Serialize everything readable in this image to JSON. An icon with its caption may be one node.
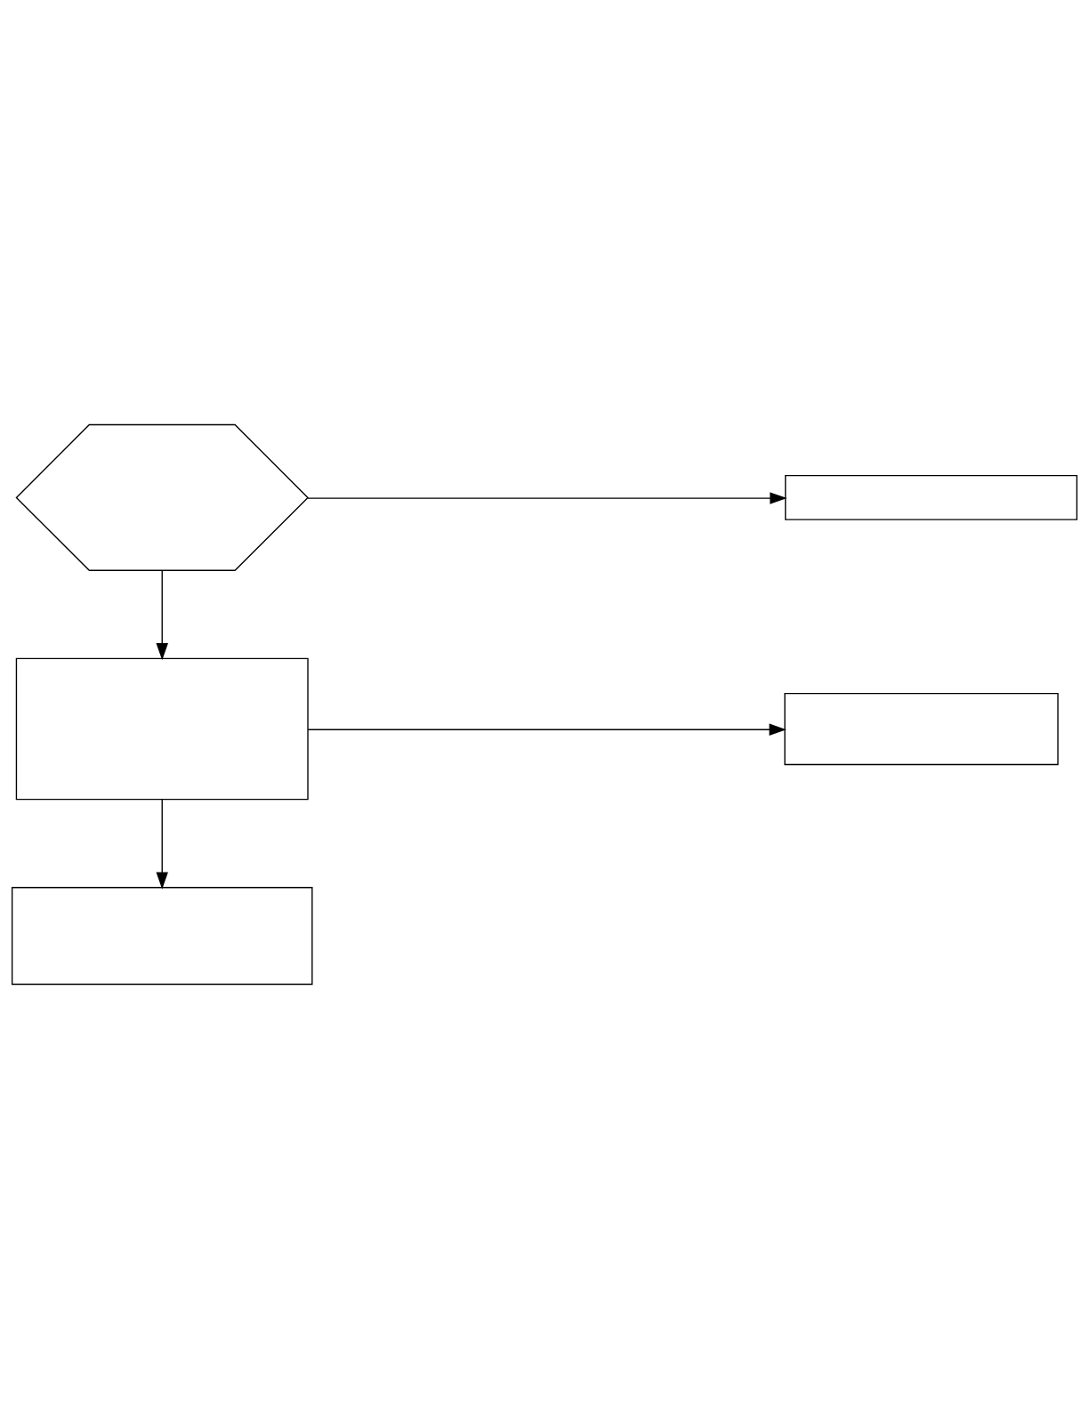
{
  "diagram": {
    "nodes": [
      {
        "text": [],
        "shape": "hexagon"
      },
      {
        "text": [],
        "shape": "box"
      },
      {
        "text": [],
        "shape": "box"
      },
      {
        "text": [],
        "shape": "box"
      },
      {
        "text": [],
        "shape": "box"
      }
    ],
    "edges": [
      {
        "from": 0,
        "to": 1,
        "arrow": "to"
      },
      {
        "from": 0,
        "to": 2,
        "arrow": "to"
      },
      {
        "from": 2,
        "to": 3,
        "arrow": "to"
      },
      {
        "from": 2,
        "to": 4,
        "arrow": "to"
      }
    ]
  }
}
